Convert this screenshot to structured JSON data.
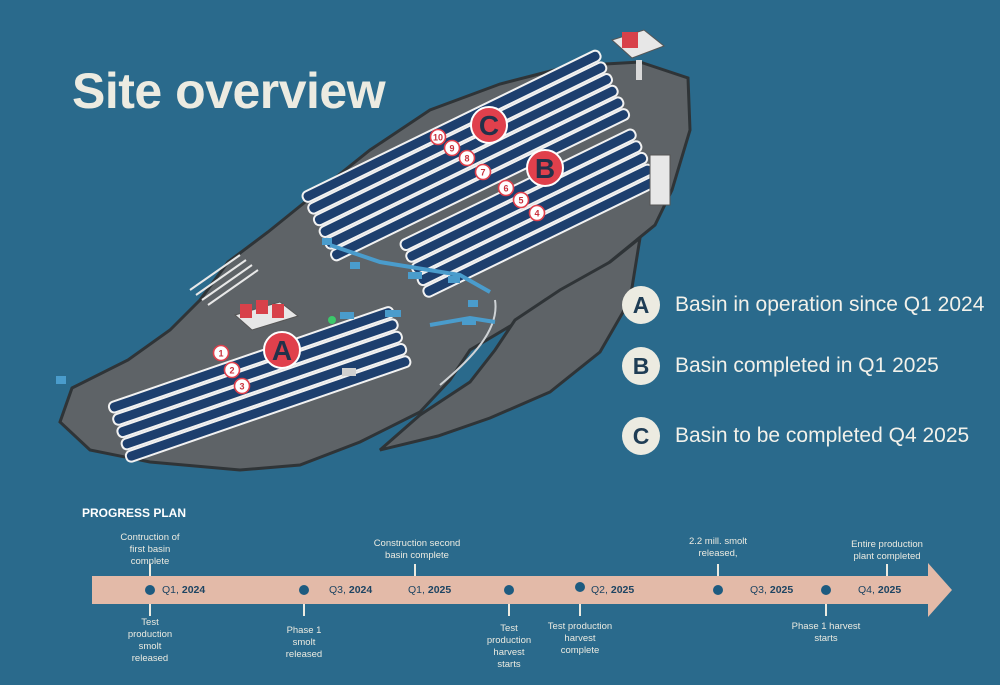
{
  "title": "Site overview",
  "colors": {
    "background": "#2a6a8c",
    "island": "#5e6367",
    "basin_panel": "#1d3f6e",
    "marker_red": "#e0404c",
    "timeline_bar": "#e3baa8",
    "text_light": "#ecebe1"
  },
  "map": {
    "basin_markers": [
      "A",
      "B",
      "C"
    ],
    "unit_numbers": [
      "1",
      "2",
      "3",
      "4",
      "5",
      "6",
      "7",
      "8",
      "9",
      "10"
    ]
  },
  "legend": [
    {
      "letter": "A",
      "text": "Basin in operation since Q1 2024"
    },
    {
      "letter": "B",
      "text": "Basin completed in Q1 2025"
    },
    {
      "letter": "C",
      "text": "Basin to be completed Q4 2025"
    }
  ],
  "progress_plan": {
    "title": "PROGRESS PLAN",
    "quarters": [
      {
        "q": "Q1,",
        "year": "2024"
      },
      {
        "q": "Q3,",
        "year": "2024"
      },
      {
        "q": "Q1,",
        "year": "2025"
      },
      {
        "q": "Q2,",
        "year": "2025"
      },
      {
        "q": "Q3,",
        "year": "2025"
      },
      {
        "q": "Q4,",
        "year": "2025"
      }
    ],
    "above": [
      {
        "lines": [
          "Contruction of",
          "first basin",
          "complete"
        ]
      },
      {
        "lines": [
          "Construction second",
          "basin complete"
        ]
      },
      {
        "lines": [
          "2.2 mill. smolt",
          "released,"
        ]
      },
      {
        "lines": [
          "Entire production",
          "plant completed"
        ]
      }
    ],
    "below": [
      {
        "lines": [
          "Test",
          "production",
          "smolt",
          "released"
        ]
      },
      {
        "lines": [
          "Phase 1",
          "smolt",
          "released"
        ]
      },
      {
        "lines": [
          "Test",
          "production",
          "harvest",
          "starts"
        ]
      },
      {
        "lines": [
          "Test production",
          "harvest",
          "complete"
        ]
      },
      {
        "lines": [
          "Phase 1 harvest",
          "starts"
        ]
      }
    ]
  }
}
